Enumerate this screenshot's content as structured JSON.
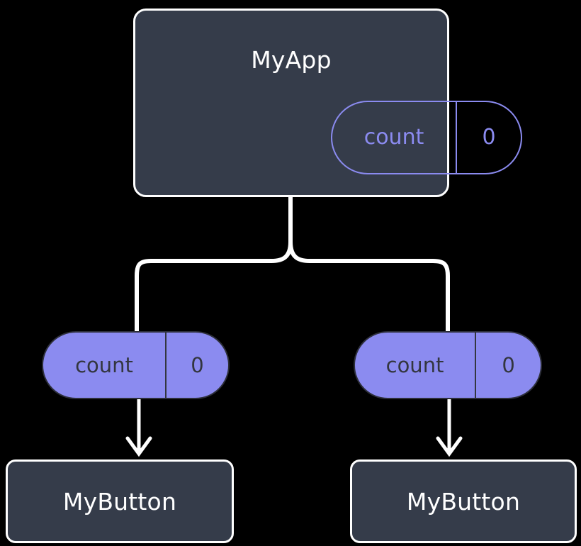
{
  "diagram": {
    "title": "MyApp",
    "background_color": "#000000",
    "box_fill_color": "#353c4a",
    "box_border_color": "#ffffff",
    "pill_accent_color": "#8b8bf0",
    "pill_text_dark_color": "#33363f",
    "connector_color": "#ffffff"
  },
  "root": {
    "label": "MyApp",
    "state": {
      "key": "count",
      "value": "0"
    }
  },
  "children": [
    {
      "state": {
        "key": "count",
        "value": "0"
      },
      "label": "MyButton"
    },
    {
      "state": {
        "key": "count",
        "value": "0"
      },
      "label": "MyButton"
    }
  ]
}
